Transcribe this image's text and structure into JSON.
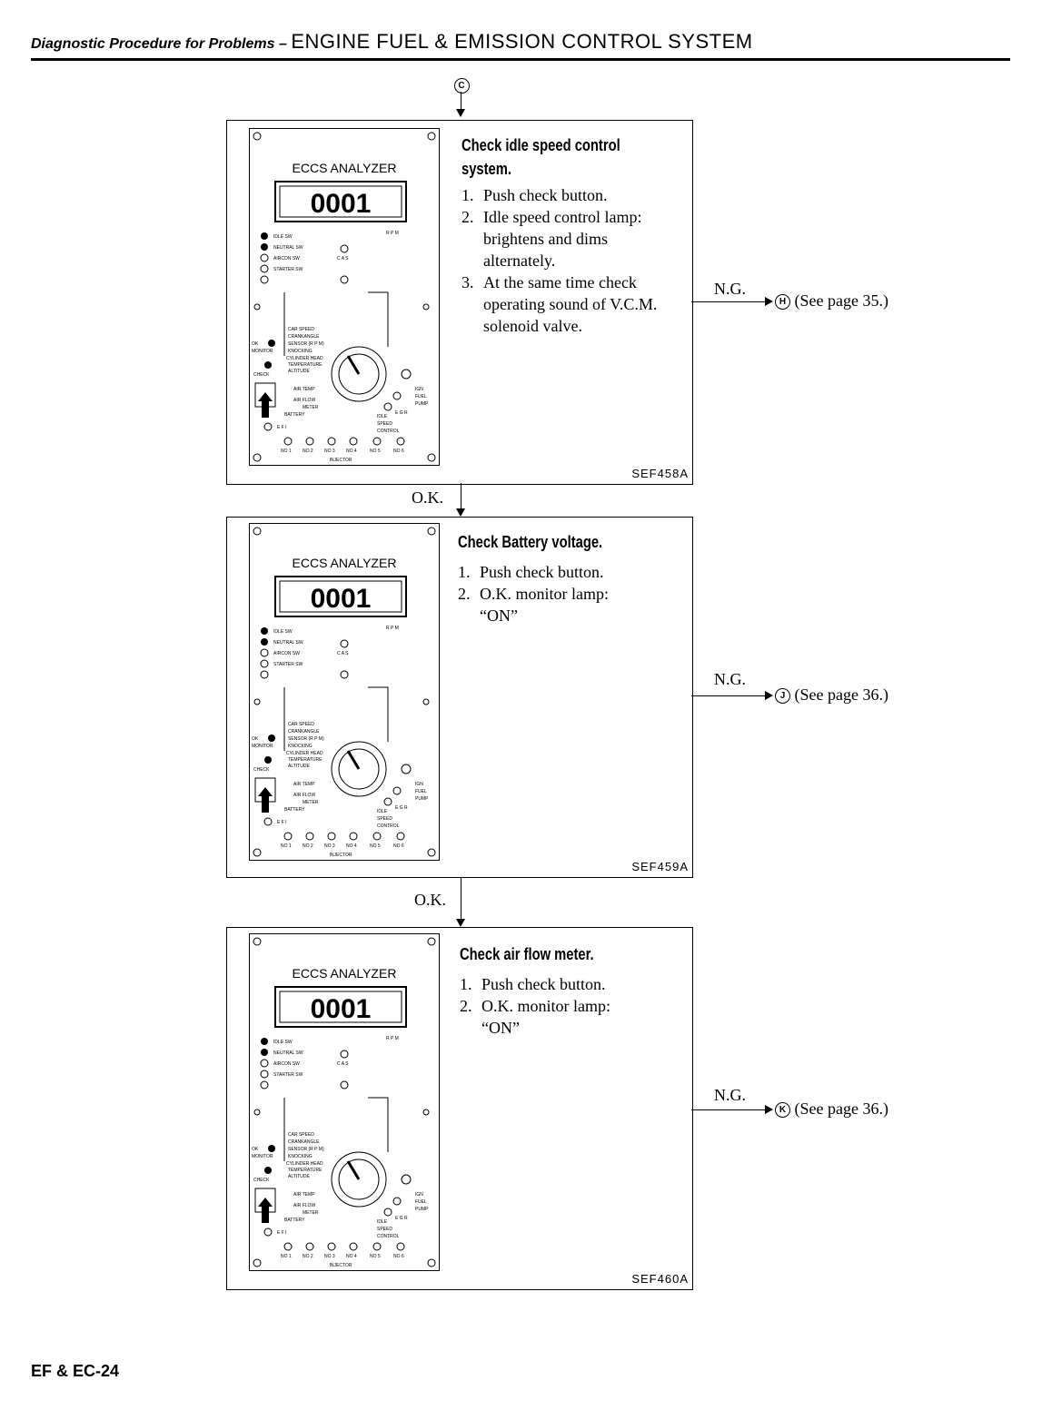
{
  "header": {
    "left": "Diagnostic Procedure for Problems –",
    "right": "ENGINE FUEL & EMISSION CONTROL SYSTEM"
  },
  "top_connector": "C",
  "analyzer": {
    "title": "ECCS ANALYZER",
    "display": "0001",
    "rpm": "R P M",
    "switches": [
      "IDLE SW",
      "NEUTRAL SW",
      "AIRCON SW",
      "STARTER SW"
    ],
    "cas": "C A S",
    "ok": "OK",
    "monitor": "MONITOR",
    "check": "CHECK",
    "dial_items": [
      "CAR SPEED",
      "CRANKANGLE",
      "SENSOR (R P M)",
      "KNOCKING",
      "CYLINDER HEAD",
      "TEMPERATURE",
      "ALTITUDE",
      "AIR TEMP",
      "AIR FLOW",
      "METER",
      "BATTERY"
    ],
    "right_items": [
      "IGN",
      "FUEL",
      "PUMP",
      "E G R",
      "IDLE",
      "SPEED",
      "CONTROL"
    ],
    "efi": "E F I",
    "injector_numbers": [
      "NO 1",
      "NO 2",
      "NO 3",
      "NO 4",
      "NO 5",
      "NO 6"
    ],
    "injector": "INJECTOR"
  },
  "steps": [
    {
      "title": [
        "Check idle speed control",
        "system."
      ],
      "items": [
        {
          "n": "1.",
          "t": "Push check button."
        },
        {
          "n": "2.",
          "t": "Idle speed control lamp: brightens and dims alternately."
        },
        {
          "n": "3.",
          "t": "At the same time check operating sound of V.C.M. solenoid valve."
        }
      ],
      "figure": "SEF458A",
      "ng": "N.G.",
      "ng_letter": "H",
      "ng_ref": "(See page 35.)"
    },
    {
      "title": [
        "Check Battery voltage."
      ],
      "items": [
        {
          "n": "1.",
          "t": "Push check button."
        },
        {
          "n": "2.",
          "t": "O.K. monitor lamp: “ON”"
        }
      ],
      "figure": "SEF459A",
      "ng": "N.G.",
      "ng_letter": "J",
      "ng_ref": "(See page 36.)"
    },
    {
      "title": [
        "Check air flow meter."
      ],
      "items": [
        {
          "n": "1.",
          "t": "Push check button."
        },
        {
          "n": "2.",
          "t": "O.K. monitor lamp: “ON”"
        }
      ],
      "figure": "SEF460A",
      "ng": "N.G.",
      "ng_letter": "K",
      "ng_ref": "(See page 36.)"
    }
  ],
  "ok_labels": [
    "O.K.",
    "O.K."
  ],
  "footer": "EF & EC-24"
}
